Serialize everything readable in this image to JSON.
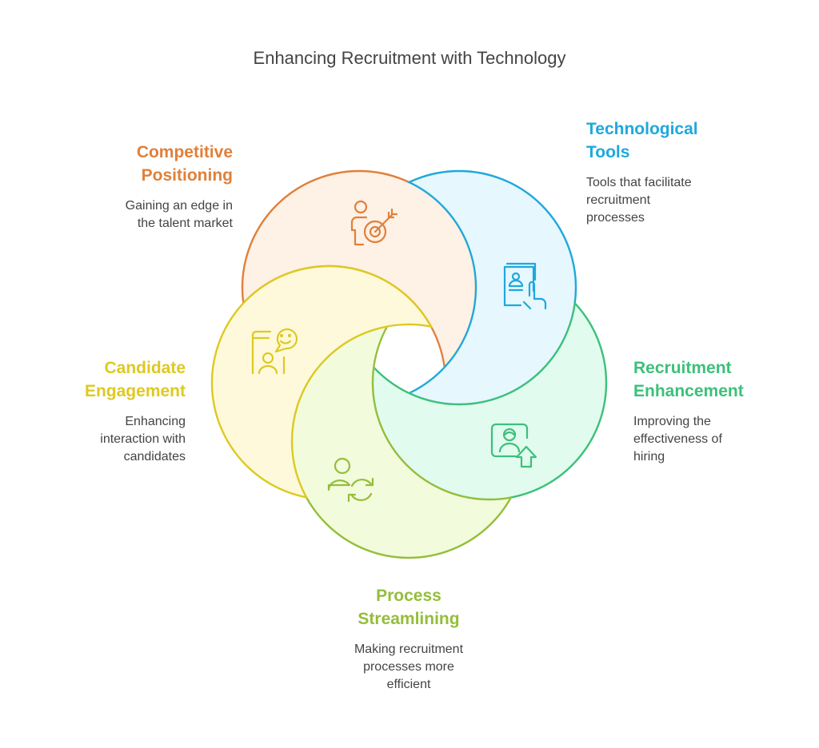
{
  "title": "Enhancing Recruitment with Technology",
  "items": [
    {
      "title_l1": "Competitive",
      "title_l2": "Positioning",
      "desc_l1": "Gaining an edge in",
      "desc_l2": "the talent market",
      "desc_l3": "",
      "color": "#E0803A",
      "fill": "#FEF1E6",
      "icon": "person-target-icon"
    },
    {
      "title_l1": "Technological",
      "title_l2": "Tools",
      "desc_l1": "Tools that facilitate",
      "desc_l2": "recruitment",
      "desc_l3": "processes",
      "color": "#1FA8DC",
      "fill": "#E6F7FE",
      "icon": "tablet-profile-touch-icon"
    },
    {
      "title_l1": "Recruitment",
      "title_l2": "Enhancement",
      "desc_l1": "Improving the",
      "desc_l2": "effectiveness of",
      "desc_l3": "hiring",
      "color": "#3CC07A",
      "fill": "#E1FBEF",
      "icon": "profile-upgrade-icon"
    },
    {
      "title_l1": "Process",
      "title_l2": "Streamlining",
      "desc_l1": "Making recruitment",
      "desc_l2": "processes more",
      "desc_l3": "efficient",
      "color": "#94BE3A",
      "fill": "#F2FBDC",
      "icon": "person-refresh-icon"
    },
    {
      "title_l1": "Candidate",
      "title_l2": "Engagement",
      "desc_l1": "Enhancing",
      "desc_l2": "interaction with",
      "desc_l3": "candidates",
      "color": "#DEC921",
      "fill": "#FEF9DB",
      "icon": "video-chat-icon"
    }
  ]
}
